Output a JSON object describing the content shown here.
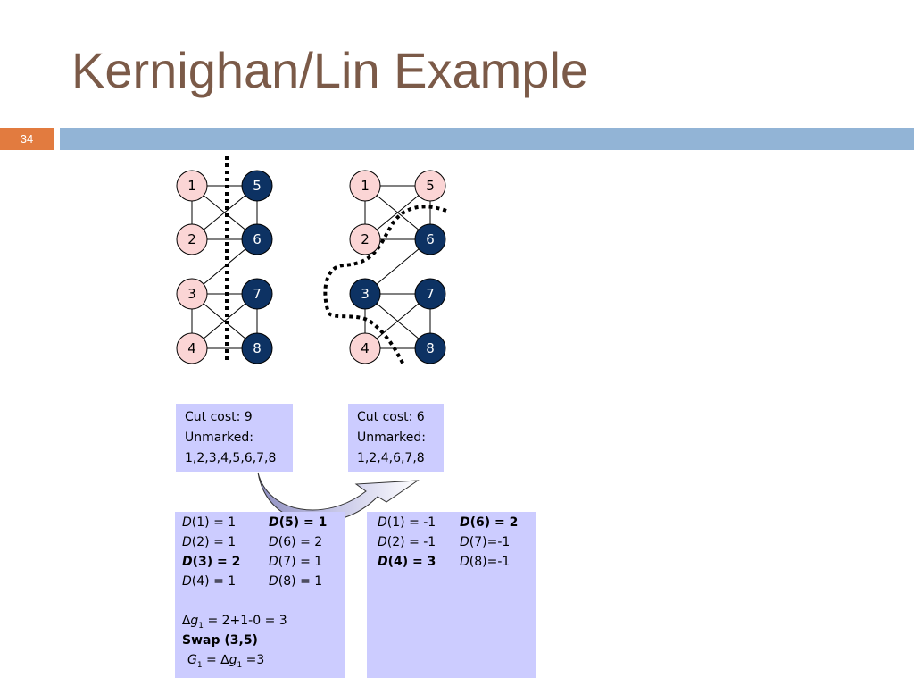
{
  "title": "Kernighan/Lin Example",
  "slide_number": "34",
  "colors": {
    "title": "#7b5a48",
    "slide_number_bg": "#e27b3f",
    "bar": "#92b4d6",
    "node_light": "#fbd5d5",
    "node_dark": "#0d3263",
    "box": "#ccccff"
  },
  "graph_left": {
    "nodes": [
      "1",
      "2",
      "3",
      "4",
      "5",
      "6",
      "7",
      "8"
    ]
  },
  "graph_right": {
    "nodes": [
      "1",
      "2",
      "3",
      "4",
      "5",
      "6",
      "7",
      "8"
    ]
  },
  "left_box": {
    "line1": "Cut cost: 9",
    "line2": "Unmarked:",
    "line3": "1,2,3,4,5,6,7,8"
  },
  "right_box": {
    "line1": "Cut cost: 6",
    "line2": "Unmarked:",
    "line3": "1,2,4,6,7,8"
  },
  "left_table": {
    "col1": [
      "(1) = 1",
      "(2) = 1",
      "(3) = 2",
      "(4) = 1"
    ],
    "col2": [
      "(5) = 1",
      "(6) = 2",
      "(7) = 1",
      "(8) = 1"
    ],
    "delta_value": " = 2+1-0 = 3",
    "swap": "Swap (3,5)",
    "G_value": "=3"
  },
  "right_table": {
    "col1": [
      "(1) = -1",
      "(2) = -1",
      "(4) = 3"
    ],
    "col2": [
      "(6) = 2",
      "(7)=-1",
      "(8)=-1"
    ]
  }
}
